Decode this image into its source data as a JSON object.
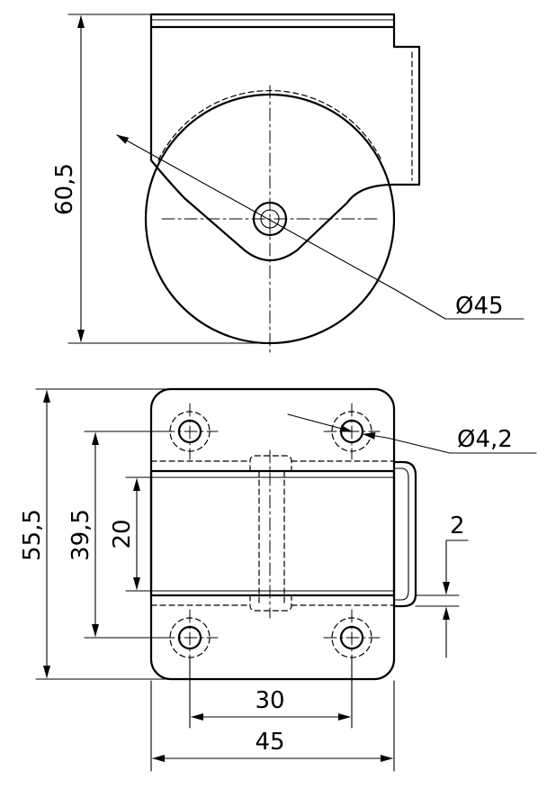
{
  "dimensions": {
    "height_total": "60,5",
    "wheel_diameter": "Ø45",
    "plate_length": "55,5",
    "hole_spacing_y": "39,5",
    "bracket_width": "20",
    "hole_diameter": "Ø4,2",
    "wall_thickness": "2",
    "hole_spacing_x": "30",
    "plate_width": "45"
  }
}
